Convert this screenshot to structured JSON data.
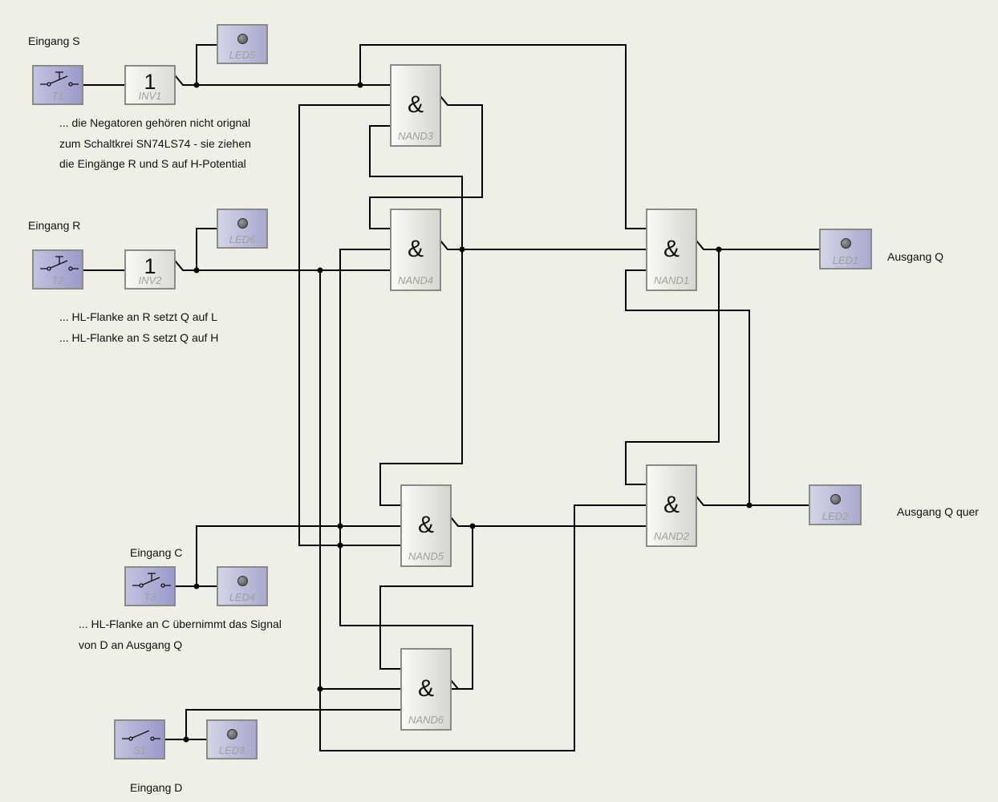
{
  "components": {
    "T1": "T1",
    "T2": "T2",
    "T3": "T3",
    "S1": "S1",
    "INV1": "INV1",
    "INV2": "INV2",
    "inv_symbol": "1",
    "NAND1": "NAND1",
    "NAND2": "NAND2",
    "NAND3": "NAND3",
    "NAND4": "NAND4",
    "NAND5": "NAND5",
    "NAND6": "NAND6",
    "nand_symbol": "&",
    "LED1": "LED1",
    "LED2": "LED2",
    "LED3": "LED3",
    "LED4": "LED4",
    "LED5": "LED5",
    "LED6": "LED6"
  },
  "labels": {
    "eingang_s": "Eingang S",
    "eingang_r": "Eingang R",
    "eingang_c": "Eingang C",
    "eingang_d": "Eingang D",
    "ausgang_q": "Ausgang Q",
    "ausgang_q_quer": "Ausgang Q quer"
  },
  "notes": {
    "negators": [
      "... die Negatoren gehören nicht orignal",
      "zum Schaltkrei SN74LS74 - sie ziehen",
      "die Eingänge R und S auf H-Potential"
    ],
    "flanks_rs": [
      "... HL-Flanke an R setzt Q auf L",
      "... HL-Flanke an S setzt Q auf H"
    ],
    "flank_c": [
      "... HL-Flanke an C übernimmt das Signal",
      "von D an Ausgang Q"
    ]
  },
  "colors": {
    "background": "#efefe6",
    "wire": "#000000",
    "switch_fill": "#9a9acb",
    "led_fill": "#a9a9cf",
    "gate_fill": "#e8e8e2"
  }
}
